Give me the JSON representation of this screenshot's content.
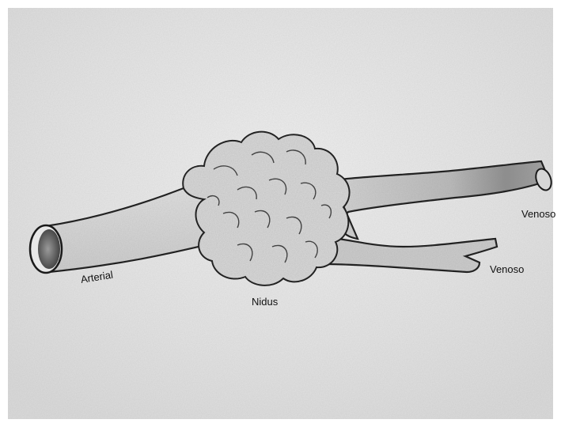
{
  "labels": {
    "arterial": "Arterial",
    "nidus": "Nidus",
    "venoso_upper": "Venoso",
    "venoso_lower": "Venoso"
  }
}
